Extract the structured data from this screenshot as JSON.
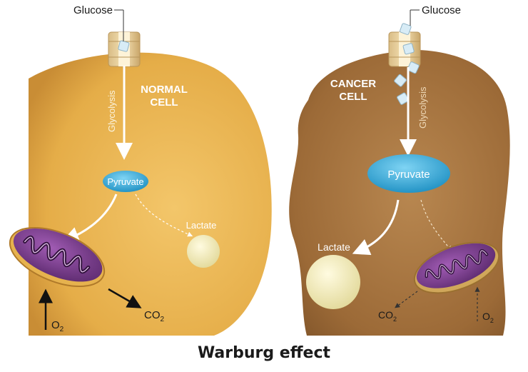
{
  "normal": {
    "cell_title_line1": "NORMAL",
    "cell_title_line2": "CELL",
    "glucose": "Glucose",
    "glycolysis": "Glycolysis",
    "pyruvate": "Pyruvate",
    "lactate": "Lactate",
    "o2": "O",
    "o2_sub": "2",
    "co2": "CO",
    "co2_sub": "2"
  },
  "cancer": {
    "cell_title_line1": "CANCER",
    "cell_title_line2": "CELL",
    "glucose": "Glucose",
    "glycolysis": "Glycolysis",
    "pyruvate": "Pyruvate",
    "lactate": "Lactate",
    "o2": "O",
    "o2_sub": "2",
    "co2": "CO",
    "co2_sub": "2"
  },
  "footer": {
    "title": "Warburg effect"
  },
  "colors": {
    "normal_cell": "#e6b24e",
    "cancer_cell": "#a8773f",
    "pyruvate": "#2fa6d6",
    "lactate": "#f3eec0",
    "mitochondrion": "#7a3d8c"
  }
}
